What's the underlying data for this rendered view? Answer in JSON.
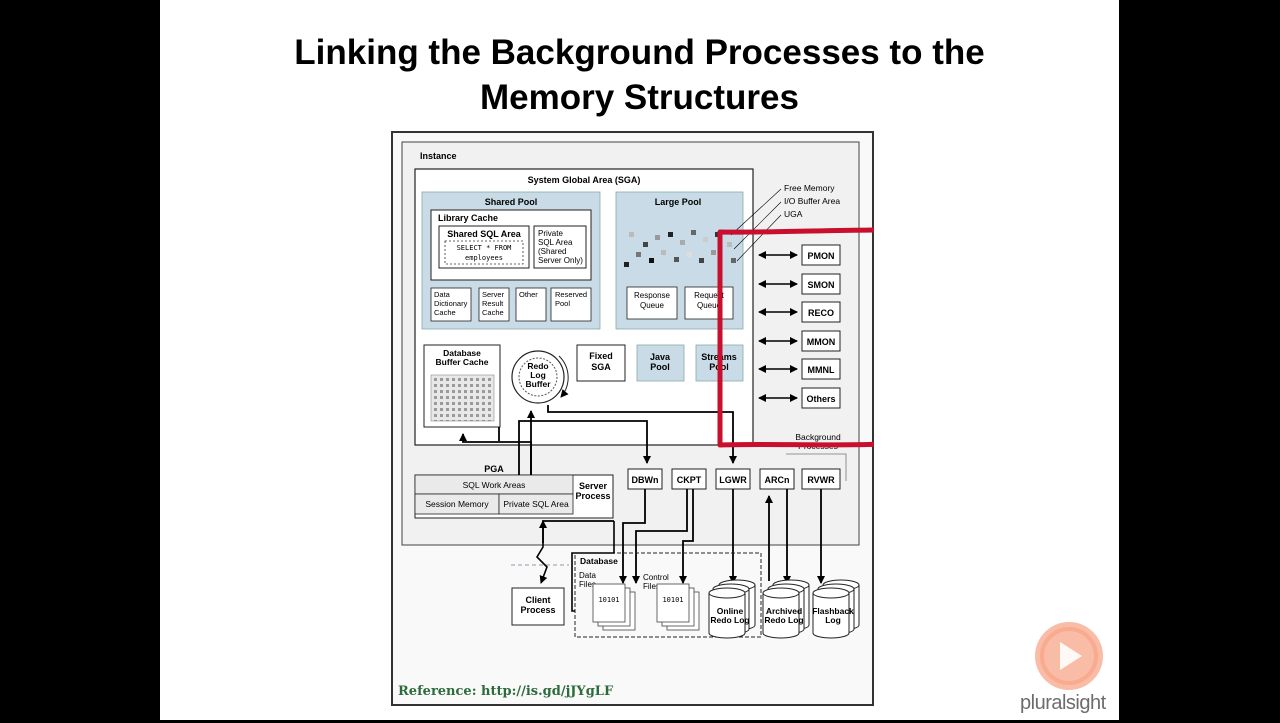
{
  "slide": {
    "title_line1": "Linking the Background Processes to the",
    "title_line2": "Memory Structures"
  },
  "diagram": {
    "instance": "Instance",
    "sga": "System Global Area (SGA)",
    "shared_pool": "Shared Pool",
    "library_cache": "Library Cache",
    "shared_sql_area": "Shared SQL Area",
    "sql_line1": "SELECT * FROM",
    "sql_line2": "employees",
    "private_sql_line1": "Private",
    "private_sql_line2": "SQL Area",
    "private_sql_line3": "(Shared",
    "private_sql_line4": "Server Only)",
    "data_dict_line1": "Data",
    "data_dict_line2": "Dictionary",
    "data_dict_line3": "Cache",
    "server_result_line1": "Server",
    "server_result_line2": "Result",
    "server_result_line3": "Cache",
    "other": "Other",
    "reserved_line1": "Reserved",
    "reserved_line2": "Pool",
    "large_pool": "Large Pool",
    "response_line1": "Response",
    "response_line2": "Queue",
    "request_line1": "Request",
    "request_line2": "Queue",
    "free_memory": "Free Memory",
    "io_buffer_area": "I/O Buffer Area",
    "uga": "UGA",
    "db_buffer_line1": "Database",
    "db_buffer_line2": "Buffer Cache",
    "redo_line1": "Redo",
    "redo_line2": "Log",
    "redo_line3": "Buffer",
    "fixed_sga_line1": "Fixed",
    "fixed_sga_line2": "SGA",
    "java_pool_line1": "Java",
    "java_pool_line2": "Pool",
    "streams_pool_line1": "Streams",
    "streams_pool_line2": "Pool",
    "pmon": "PMON",
    "smon": "SMON",
    "reco": "RECO",
    "mmon": "MMON",
    "mmnl": "MMNL",
    "others": "Others",
    "background_line1": "Background",
    "background_line2": "Processes",
    "pga": "PGA",
    "sql_work_areas": "SQL Work Areas",
    "session_memory": "Session Memory",
    "private_sql_area": "Private SQL Area",
    "server_process_line1": "Server",
    "server_process_line2": "Process",
    "dbwn": "DBWn",
    "ckpt": "CKPT",
    "lgwr": "LGWR",
    "arcn": "ARCn",
    "rvwr": "RVWR",
    "database": "Database",
    "data_files_line1": "Data",
    "data_files_line2": "Files",
    "control_files_line1": "Control",
    "control_files_line2": "Files",
    "file_bits": "10101",
    "online_redo_line1": "Online",
    "online_redo_line2": "Redo Log",
    "archived_redo_line1": "Archived",
    "archived_redo_line2": "Redo Log",
    "flashback_line1": "Flashback",
    "flashback_line2": "Log",
    "client_process_line1": "Client",
    "client_process_line2": "Process",
    "reference": "Reference: http://is.gd/jJYgLF"
  },
  "branding": {
    "logo_text": "pluralsight",
    "logo_icon": "play-icon"
  },
  "colors": {
    "highlight_red": "#c8102e",
    "pool_blue": "#c9dbe6",
    "reference_green": "#2e6b3c",
    "logo_orange": "#f26b3a"
  }
}
